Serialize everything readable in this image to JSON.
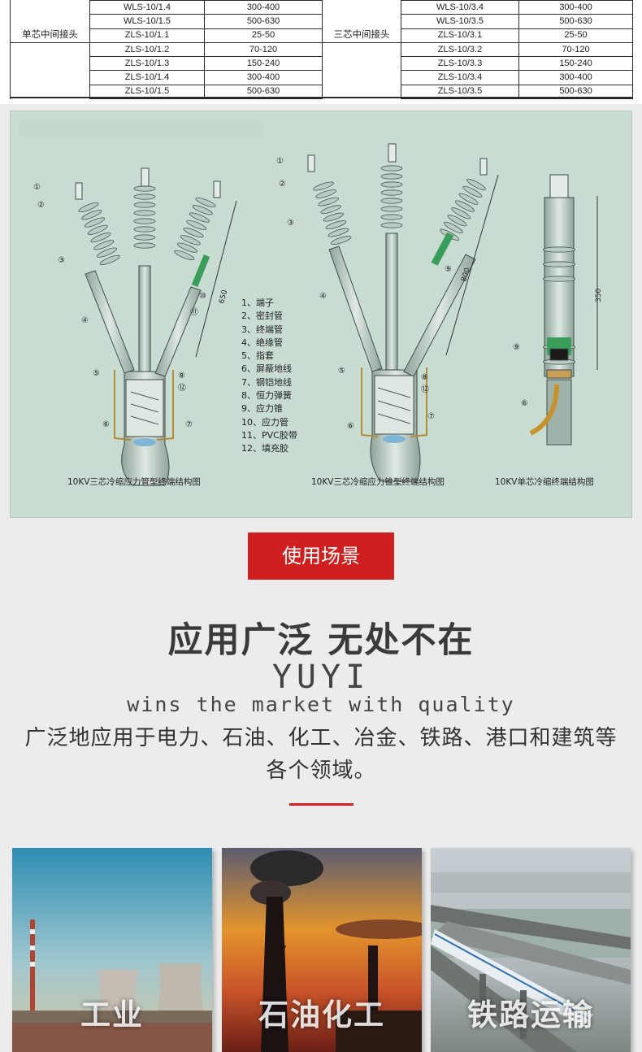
{
  "spec_table": {
    "rows": [
      {
        "left_group": "",
        "left_model": "WLS-10/1.4",
        "left_range": "300-400",
        "right_group": "",
        "right_model": "WLS-10/3.4",
        "right_range": "300-400"
      },
      {
        "left_group": "",
        "left_model": "WLS-10/1.5",
        "left_range": "500-630",
        "right_group": "",
        "right_model": "WLS-10/3.5",
        "right_range": "500-630"
      },
      {
        "left_group": "单芯中间接头",
        "left_model": "ZLS-10/1.1",
        "left_range": "25-50",
        "right_group": "三芯中间接头",
        "right_model": "ZLS-10/3.1",
        "right_range": "25-50"
      },
      {
        "left_group": "",
        "left_model": "ZLS-10/1.2",
        "left_range": "70-120",
        "right_group": "",
        "right_model": "ZLS-10/3.2",
        "right_range": "70-120"
      },
      {
        "left_group": "",
        "left_model": "ZLS-10/1.3",
        "left_range": "150-240",
        "right_group": "",
        "right_model": "ZLS-10/3.3",
        "right_range": "150-240"
      },
      {
        "left_group": "",
        "left_model": "ZLS-10/1.4",
        "left_range": "300-400",
        "right_group": "",
        "right_model": "ZLS-10/3.4",
        "right_range": "300-400"
      },
      {
        "left_group": "",
        "left_model": "ZLS-10/1.5",
        "left_range": "500-630",
        "right_group": "",
        "right_model": "ZLS-10/3.5",
        "right_range": "500-630"
      }
    ]
  },
  "diagram": {
    "legend": [
      "1、端子",
      "2、密封管",
      "3、终端管",
      "4、绝缘管",
      "5、指套",
      "6、屏蔽地线",
      "7、钢铠地线",
      "8、恒力弹簧",
      "9、应力锥",
      "10、应力管",
      "11、PVC胶带",
      "12、填充胶"
    ],
    "captions": {
      "left": "10KV三芯冷缩应力管型终端结构图",
      "middle": "10KV三芯冷缩应力锥型终端结构图",
      "right": "10KV单芯冷缩终端结构图"
    },
    "dimensions": {
      "left": "650",
      "middle": "800",
      "right": "350"
    },
    "callouts": {
      "left": [
        "①",
        "②",
        "③",
        "④",
        "⑤",
        "⑥",
        "⑦",
        "⑧",
        "⑫",
        "⑪",
        "⑩"
      ],
      "middle": [
        "①",
        "②",
        "③",
        "④",
        "⑤",
        "⑥",
        "⑦",
        "⑧",
        "⑫",
        "⑨"
      ],
      "right": [
        "⑨",
        "⑥"
      ]
    }
  },
  "section": {
    "tag": "使用场景",
    "headline": "应用广泛 无处不在",
    "brand": "YUYI",
    "tagline": "wins the market with quality",
    "description": "广泛地应用于电力、石油、化工、冶金、铁路、港口和建筑等各个领域。"
  },
  "scenes": [
    {
      "label": "工业",
      "icon": "industrial-cooling-towers-photo"
    },
    {
      "label": "石油化工",
      "icon": "petrochemical-sunset-photo"
    },
    {
      "label": "铁路运输",
      "icon": "high-speed-rail-bridge-photo"
    }
  ],
  "colors": {
    "accent": "#cf1f1f",
    "diagram_bg": "#c9dcd2",
    "page_bg": "#ececec"
  }
}
